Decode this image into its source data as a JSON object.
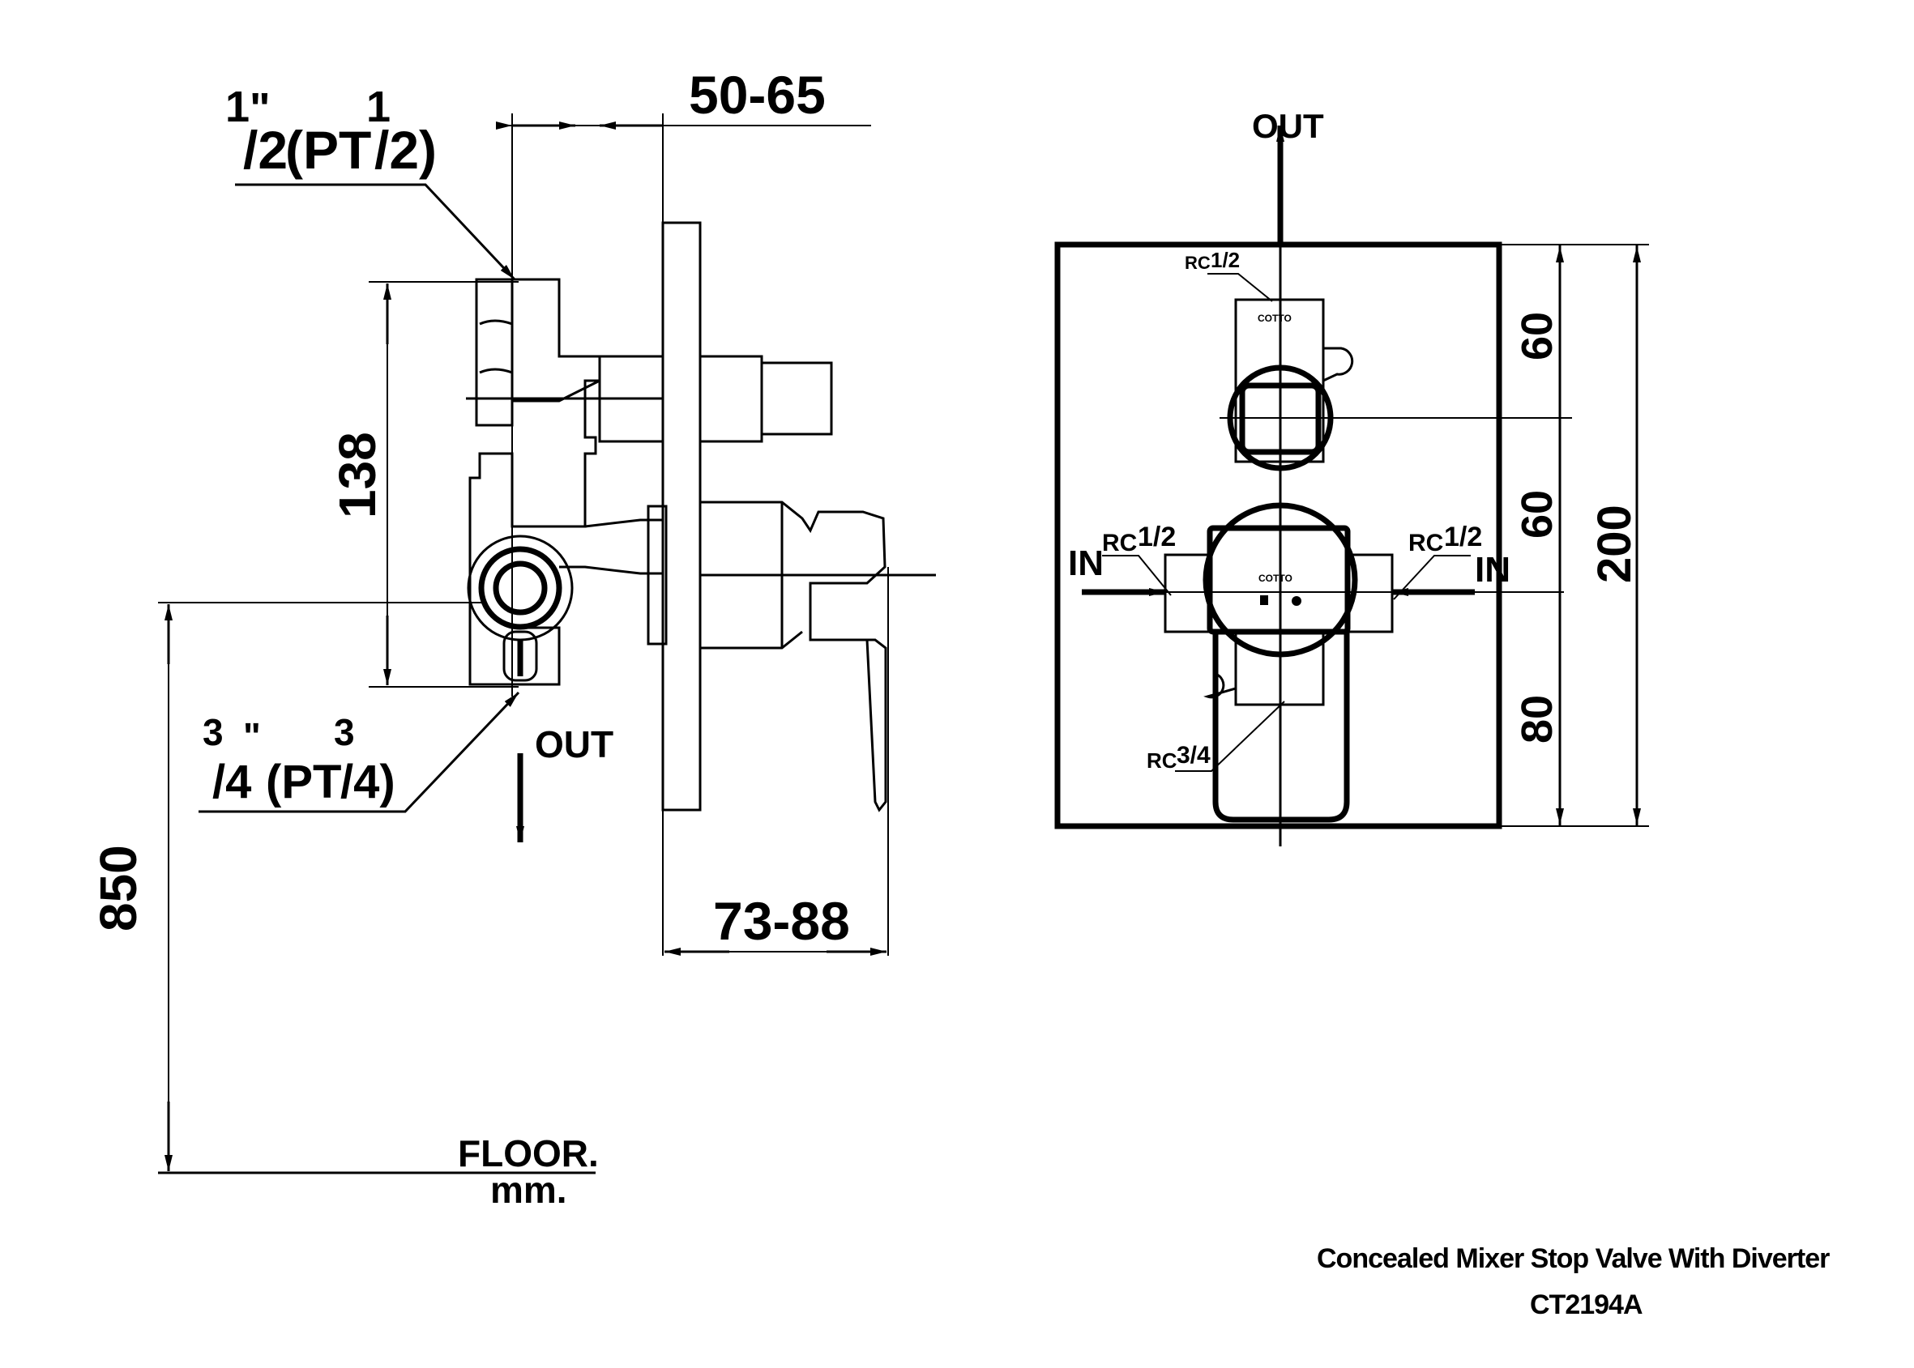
{
  "side_view": {
    "inlet_size": "1/2\"(PT1/2)",
    "inlet_size_parts": {
      "a": "1",
      "b": "/2",
      "quote": "\"",
      "pt": "(PT",
      "c": "1",
      "d": "/2)"
    },
    "outlet_size_parts": {
      "a": "3",
      "b": "/4",
      "quote": "\"",
      "pt": "(PT",
      "c": "3",
      "d": "/4)"
    },
    "outlet_size": "3/4\"(PT3/4)",
    "out_label": "OUT",
    "dim_wall_depth": "50-65",
    "dim_body_height": "138",
    "dim_height_from_floor": "850",
    "dim_handle_projection": "73-88",
    "floor_label": "FLOOR.",
    "unit_label": "mm."
  },
  "front_view": {
    "out_label": "OUT",
    "in_left_label": "IN",
    "in_right_label": "IN",
    "port_top": "RC1/2",
    "port_left": "RC1/2",
    "port_right": "RC1/2",
    "port_bottom": "RC3/4",
    "port_top_parts": {
      "a": "RC",
      "b": "1/2"
    },
    "port_left_parts": {
      "a": "RC",
      "b": "1/2"
    },
    "port_right_parts": {
      "a": "RC",
      "b": "1/2"
    },
    "port_bottom_parts": {
      "a": "RC",
      "b": "3/4"
    },
    "logo_top": "COTTO",
    "logo_center": "COTTO",
    "dim_top": "60",
    "dim_middle": "60",
    "dim_bottom": "80",
    "dim_total": "200"
  },
  "title_block": {
    "product_name": "Concealed Mixer   Stop Valve With Diverter",
    "model_code": "CT2194A"
  }
}
